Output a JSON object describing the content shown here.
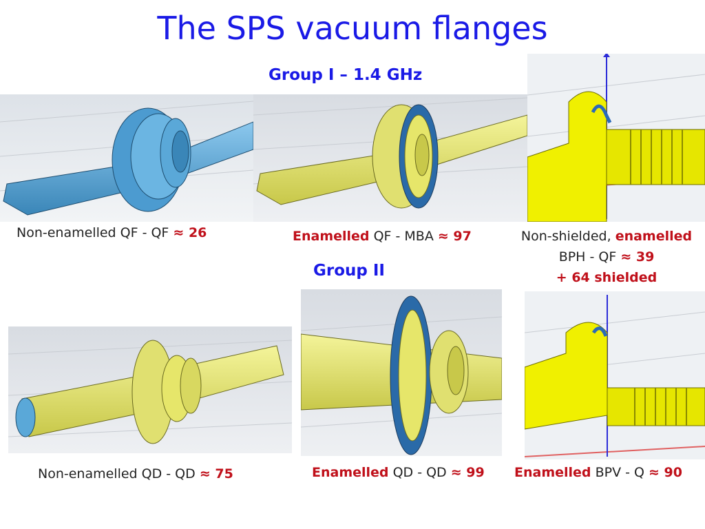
{
  "title": "The SPS vacuum flanges",
  "group1": "Group I – 1.4 GHz",
  "group2": "Group II",
  "captions": {
    "p1": {
      "prefix": "Non-enamelled QF - QF ",
      "value": "≈ 26"
    },
    "p2": {
      "bold": "Enamelled",
      "mid": " QF - MBA ",
      "value": "≈ 97"
    },
    "p3": {
      "line1a": "Non-shielded, ",
      "line1b": "enamelled",
      "line2a": "BPH - QF ",
      "line2b": "≈ 39",
      "line3": "+ 64 shielded"
    },
    "p4": {
      "prefix": "Non-enamelled QD - QD ",
      "value": "≈ 75"
    },
    "p5": {
      "bold": "Enamelled",
      "mid": " QD - QD ",
      "value": "≈ 99"
    },
    "p6": {
      "bold": "Enamelled",
      "mid": " BPV - Q ",
      "value": "≈ 90"
    }
  },
  "colors": {
    "title": "#1a1ae6",
    "highlight": "#c0101a",
    "blue_model": "#5aa8d8",
    "yellow_model": "#e6e66a",
    "cut_yellow": "#f0f000"
  }
}
